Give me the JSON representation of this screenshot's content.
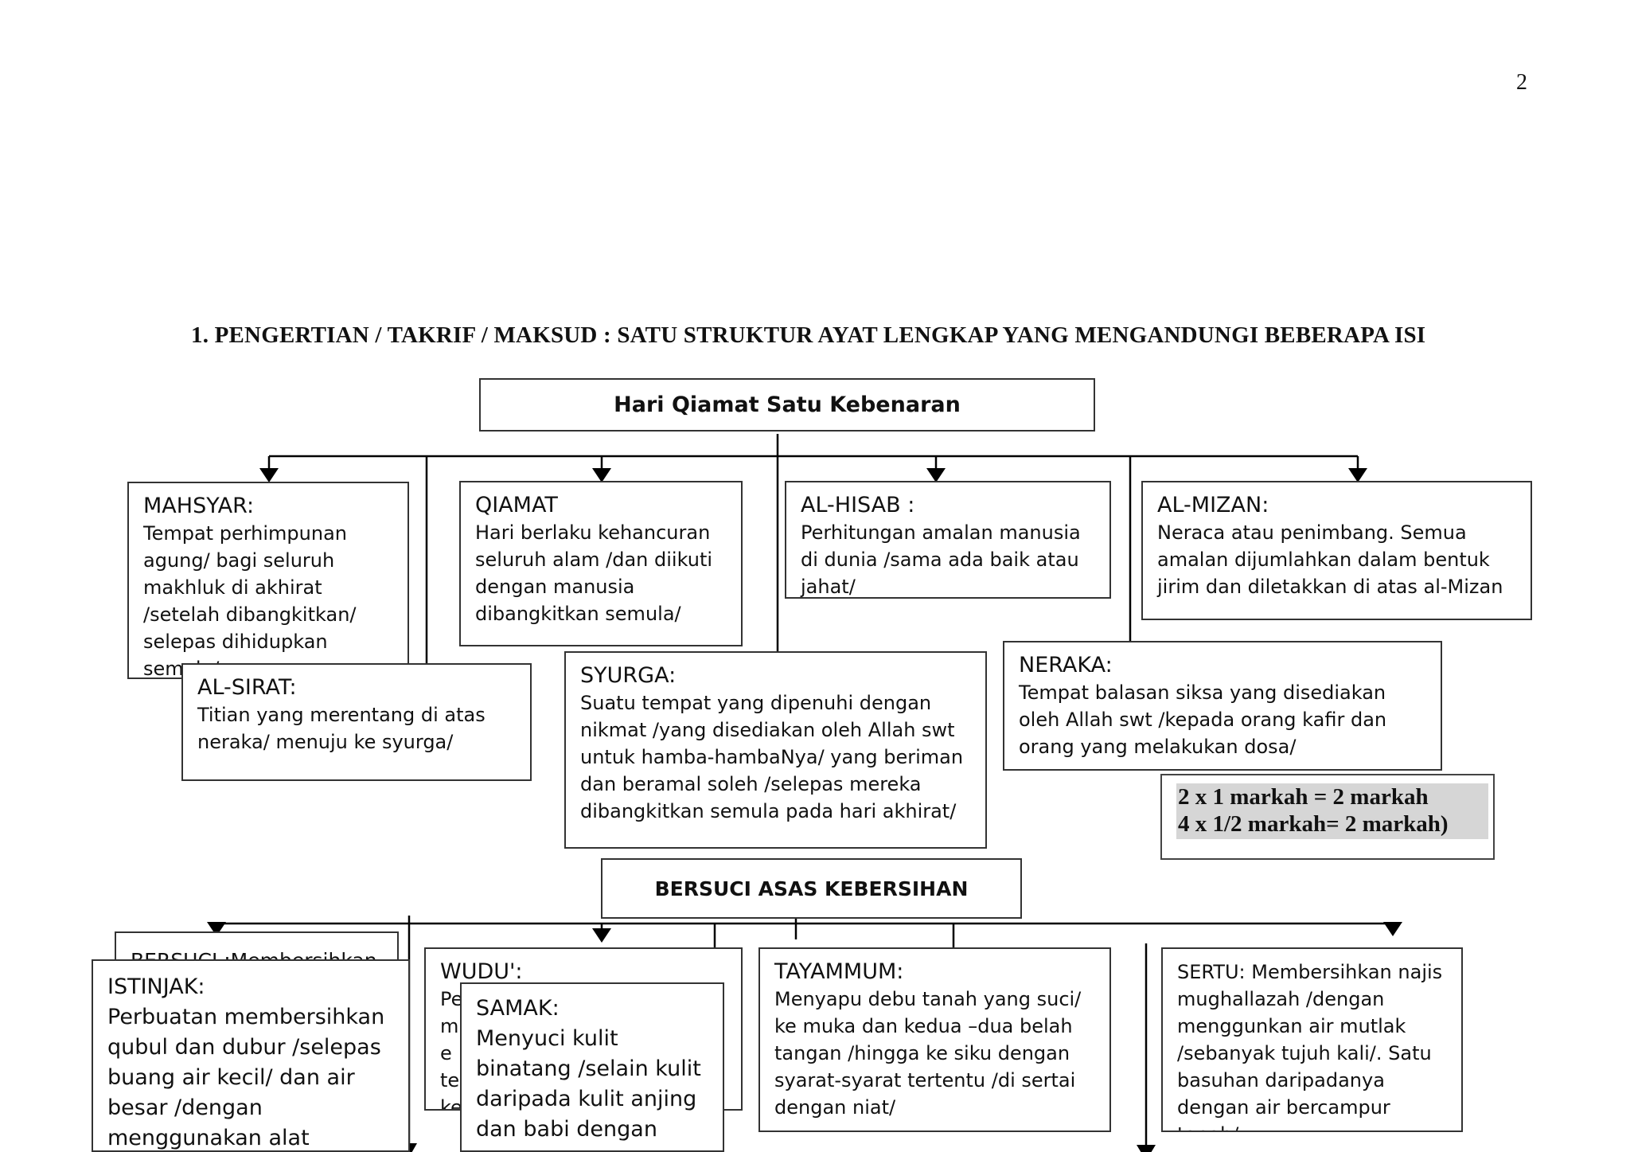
{
  "page_number": "2",
  "heading": "1.   PENGERTIAN / TAKRIF / MAKSUD : SATU STRUKTUR AYAT LENGKAP YANG MENGANDUNGI BEBERAPA ISI",
  "diagram1": {
    "root": "Hari Qiamat Satu Kebenaran",
    "nodes": {
      "mahsyar": {
        "title": "MAHSYAR:",
        "body": "Tempat perhimpunan agung/ bagi seluruh makhluk di akhirat /setelah dibangkitkan/ selepas dihidupkan semula/"
      },
      "qiamat": {
        "title": "QIAMAT",
        "body": "Hari berlaku kehancuran seluruh alam /dan diikuti dengan manusia dibangkitkan semula/"
      },
      "alhisab": {
        "title": "AL-HISAB :",
        "body": "Perhitungan amalan manusia di dunia /sama ada baik atau jahat/"
      },
      "almizan": {
        "title": "AL-MIZAN:",
        "body": "Neraca atau penimbang. Semua amalan dijumlahkan dalam bentuk jirim dan diletakkan di atas al-Mizan"
      },
      "alsirat": {
        "title": "AL-SIRAT:",
        "body": "Titian yang merentang di atas neraka/ menuju ke syurga/"
      },
      "syurga": {
        "title": "SYURGA:",
        "body": "Suatu tempat yang dipenuhi dengan nikmat /yang disediakan oleh Allah swt untuk hamba-hambaNya/ yang beriman dan beramal soleh /selepas mereka dibangkitkan semula pada hari akhirat/"
      },
      "neraka": {
        "title": "NERAKA:",
        "body": "Tempat balasan siksa yang disediakan oleh Allah swt /kepada orang kafir dan orang yang melakukan dosa/"
      }
    },
    "marks": {
      "line1": "2 x 1 markah = 2 markah",
      "line2": "4 x 1/2 markah= 2 markah)"
    }
  },
  "diagram2": {
    "root": "BERSUCI ASAS KEBERSIHAN",
    "nodes": {
      "bersuci": {
        "title": "BERSUCI :Membersihkan"
      },
      "istinjak": {
        "title": "ISTINJAK:",
        "body": "Perbuatan membersihkan qubul dan dubur /selepas buang air kecil/ dan air besar /dengan menggunakan alat tertentu/"
      },
      "wudu": {
        "title": "WUDU':",
        "body": "Pe me te ke"
      },
      "samak": {
        "title": "SAMAK:",
        "body": "Menyuci kulit binatang /selain kulit daripada kulit anjing dan babi dengan cara tertentu/"
      },
      "tayammum": {
        "title": "TAYAMMUM:",
        "body": "Menyapu debu tanah yang suci/ ke muka dan kedua –dua belah tangan /hingga ke siku dengan syarat-syarat tertentu /di sertai dengan niat/"
      },
      "sertu": {
        "title": "SERTU: Membersihkan najis mughallazah /dengan menggunkan air mutlak /sebanyak tujuh kali/. Satu basuhan daripadanya dengan air bercampur tanah/"
      }
    }
  }
}
